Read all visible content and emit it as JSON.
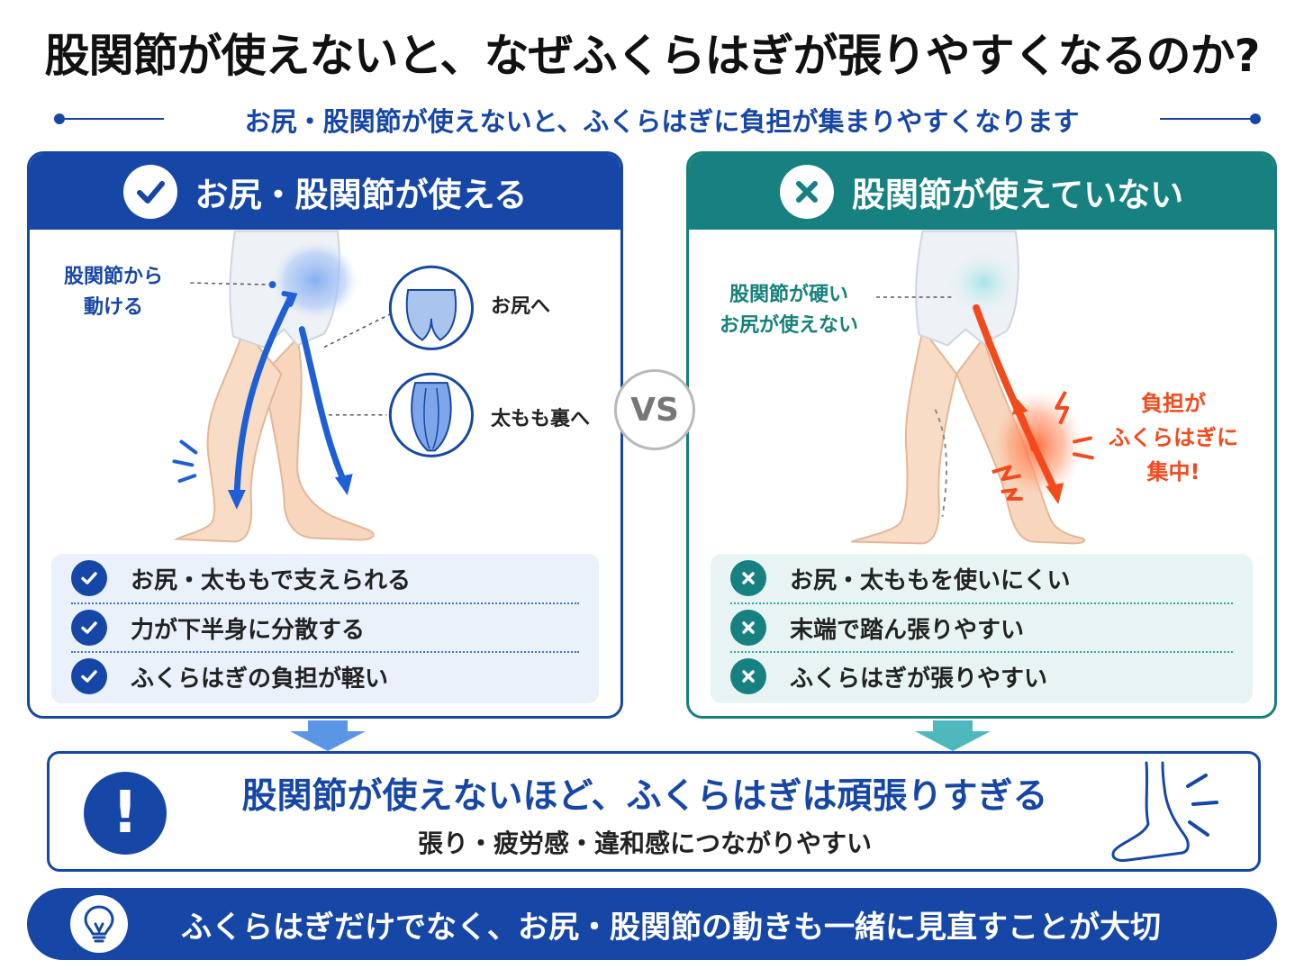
{
  "title": "股関節が使えないと、なぜふくらはぎが張りやすくなるのか?",
  "subtitle": "お尻・股関節が使えないと、ふくらはぎに負担が集まりやすくなります",
  "colors": {
    "blue": "#1747a6",
    "teal": "#178080",
    "red": "#f24a1d"
  },
  "left_panel": {
    "heading": "お尻・股関節が使える",
    "heading_icon": "check-icon",
    "labels": {
      "hip_line1": "股関節から",
      "hip_line2": "動ける",
      "glutes": "お尻へ",
      "hamstrings": "太もも裏へ"
    },
    "items": [
      {
        "text": "お尻・太ももで支えられる",
        "icon": "check-icon"
      },
      {
        "text": "力が下半身に分散する",
        "icon": "check-icon"
      },
      {
        "text": "ふくらはぎの負担が軽い",
        "icon": "check-icon"
      }
    ]
  },
  "vs": "VS",
  "right_panel": {
    "heading": "股関節が使えていない",
    "heading_icon": "cross-icon",
    "labels": {
      "hip_line1": "股関節が硬い",
      "hip_line2": "お尻が使えない",
      "load_line1": "負担が",
      "load_line2": "ふくらはぎに",
      "load_line3": "集中!"
    },
    "items": [
      {
        "text": "お尻・太ももを使いにくい",
        "icon": "cross-icon"
      },
      {
        "text": "末端で踏ん張りやすい",
        "icon": "cross-icon"
      },
      {
        "text": "ふくらはぎが張りやすい",
        "icon": "cross-icon"
      }
    ]
  },
  "result": {
    "main": "股関節が使えないほど、ふくらはぎは頑張りすぎる",
    "sub": "張り・疲労感・違和感につながりやすい",
    "icon": "exclamation-icon"
  },
  "banner": {
    "text": "ふくらはぎだけでなく、お尻・股関節の動きも一緒に見直すことが大切",
    "icon": "lightbulb-icon"
  }
}
